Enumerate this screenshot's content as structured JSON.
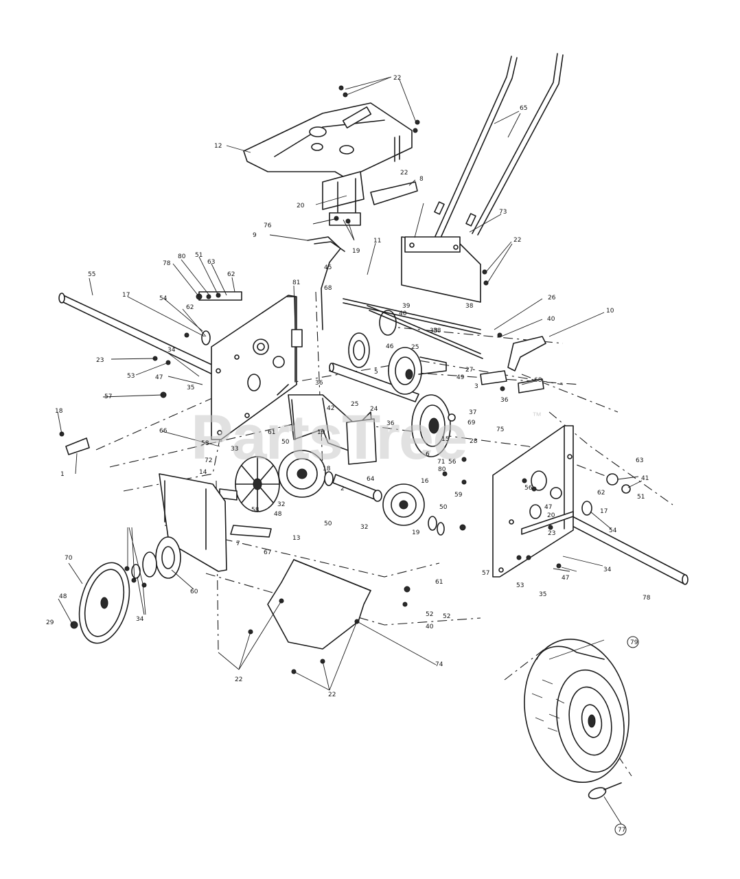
{
  "watermark": {
    "text": "PartsTree",
    "trademark": "™"
  },
  "callouts": [
    {
      "label": "22"
    },
    {
      "label": "12"
    },
    {
      "label": "65"
    },
    {
      "label": "8"
    },
    {
      "label": "20"
    },
    {
      "label": "76"
    },
    {
      "label": "19"
    },
    {
      "label": "9"
    },
    {
      "label": "22"
    },
    {
      "label": "73"
    },
    {
      "label": "22"
    },
    {
      "label": "11"
    },
    {
      "label": "55"
    },
    {
      "label": "78"
    },
    {
      "label": "80"
    },
    {
      "label": "51"
    },
    {
      "label": "63"
    },
    {
      "label": "62"
    },
    {
      "label": "81"
    },
    {
      "label": "45"
    },
    {
      "label": "68"
    },
    {
      "label": "39"
    },
    {
      "label": "38"
    },
    {
      "label": "38"
    },
    {
      "label": "26"
    },
    {
      "label": "40"
    },
    {
      "label": "10"
    },
    {
      "label": "17"
    },
    {
      "label": "54"
    },
    {
      "label": "62"
    },
    {
      "label": "40"
    },
    {
      "label": "46"
    },
    {
      "label": "38"
    },
    {
      "label": "23"
    },
    {
      "label": "34"
    },
    {
      "label": "53"
    },
    {
      "label": "47"
    },
    {
      "label": "35"
    },
    {
      "label": "5"
    },
    {
      "label": "25"
    },
    {
      "label": "27"
    },
    {
      "label": "49"
    },
    {
      "label": "3"
    },
    {
      "label": "36"
    },
    {
      "label": "68"
    },
    {
      "label": "57"
    },
    {
      "label": "36"
    },
    {
      "label": "42"
    },
    {
      "label": "25"
    },
    {
      "label": "24"
    },
    {
      "label": "37"
    },
    {
      "label": "69"
    },
    {
      "label": "18"
    },
    {
      "label": "66"
    },
    {
      "label": "36"
    },
    {
      "label": "61"
    },
    {
      "label": "50"
    },
    {
      "label": "15"
    },
    {
      "label": "28"
    },
    {
      "label": "75"
    },
    {
      "label": "1"
    },
    {
      "label": "58"
    },
    {
      "label": "33"
    },
    {
      "label": "19"
    },
    {
      "label": "18"
    },
    {
      "label": "6"
    },
    {
      "label": "71"
    },
    {
      "label": "56"
    },
    {
      "label": "63"
    },
    {
      "label": "41"
    },
    {
      "label": "72"
    },
    {
      "label": "64"
    },
    {
      "label": "80"
    },
    {
      "label": "14"
    },
    {
      "label": "32"
    },
    {
      "label": "2"
    },
    {
      "label": "16"
    },
    {
      "label": "59"
    },
    {
      "label": "56"
    },
    {
      "label": "62"
    },
    {
      "label": "51"
    },
    {
      "label": "58"
    },
    {
      "label": "48"
    },
    {
      "label": "50"
    },
    {
      "label": "20"
    },
    {
      "label": "17"
    },
    {
      "label": "47"
    },
    {
      "label": "50"
    },
    {
      "label": "32"
    },
    {
      "label": "19"
    },
    {
      "label": "23"
    },
    {
      "label": "54"
    },
    {
      "label": "7"
    },
    {
      "label": "13"
    },
    {
      "label": "67"
    },
    {
      "label": "70"
    },
    {
      "label": "60"
    },
    {
      "label": "61"
    },
    {
      "label": "57"
    },
    {
      "label": "52"
    },
    {
      "label": "34"
    },
    {
      "label": "47"
    },
    {
      "label": "53"
    },
    {
      "label": "35"
    },
    {
      "label": "78"
    },
    {
      "label": "48"
    },
    {
      "label": "34"
    },
    {
      "label": "52"
    },
    {
      "label": "29"
    },
    {
      "label": "40"
    },
    {
      "label": "79"
    },
    {
      "label": "74"
    },
    {
      "label": "22"
    },
    {
      "label": "22"
    },
    {
      "label": "77"
    }
  ]
}
